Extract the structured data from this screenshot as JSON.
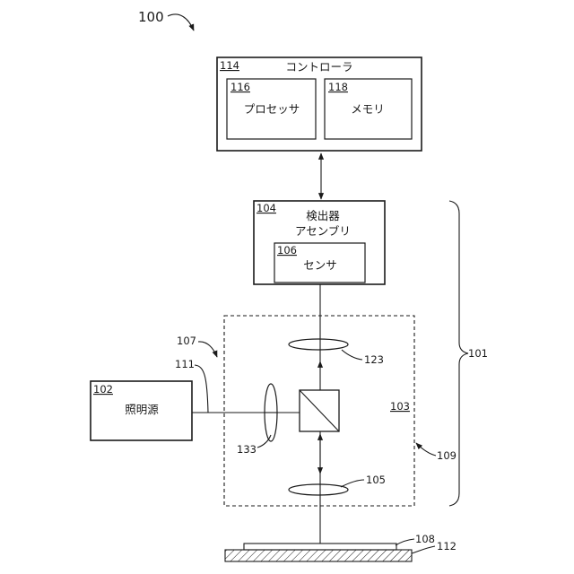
{
  "figure": {
    "system_ref": "100",
    "controller": {
      "ref": "114",
      "label": "コントローラ"
    },
    "processor": {
      "ref": "116",
      "label": "プロセッサ"
    },
    "memory": {
      "ref": "118",
      "label": "メモリ"
    },
    "detector_assembly": {
      "ref": "104",
      "label_line1": "検出器",
      "label_line2": "アセンブリ"
    },
    "sensor": {
      "ref": "106",
      "label": "センサ"
    },
    "illumination_source": {
      "ref": "102",
      "label": "照明源"
    },
    "optics_ref": "103",
    "illumination_arm_ref": "107",
    "beam_path_ref": "111",
    "boundary_ref": "109",
    "bracket_ref": "101",
    "lens_top_ref": "123",
    "lens_left_ref": "133",
    "lens_bottom_ref": "105",
    "sample_ref": "108",
    "stage_ref": "112"
  }
}
